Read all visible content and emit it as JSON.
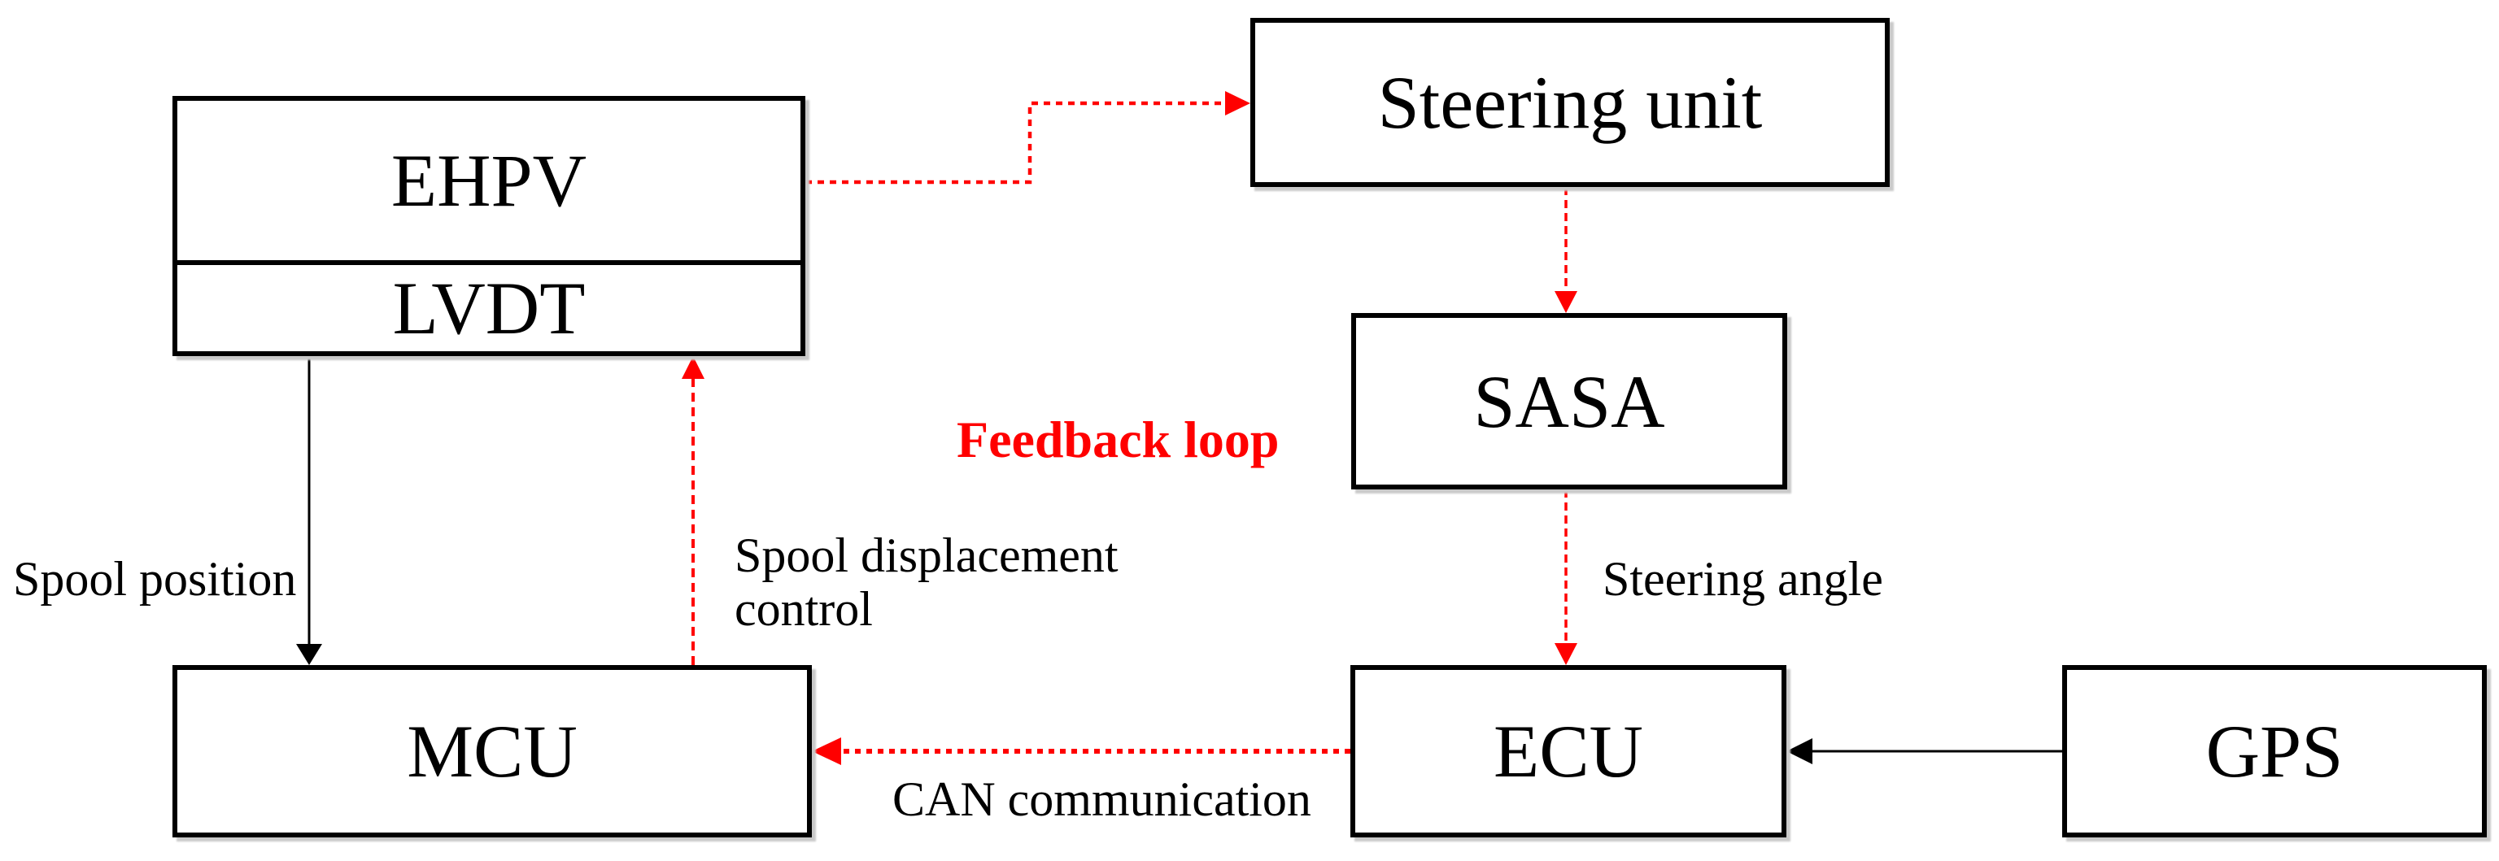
{
  "figure": {
    "type": "block-diagram",
    "background": "#ffffff"
  },
  "nodes": {
    "ehpv": {
      "label": "EHPV"
    },
    "lvdt": {
      "label": "LVDT"
    },
    "steering_unit": {
      "label": "Steering unit"
    },
    "sasa": {
      "label": "SASA"
    },
    "mcu": {
      "label": "MCU"
    },
    "ecu": {
      "label": "ECU"
    },
    "gps": {
      "label": "GPS"
    }
  },
  "labels": {
    "spool_position": "Spool position",
    "spool_displacement": {
      "line1": "Spool displacement",
      "line2": "control"
    },
    "feedback_loop": "Feedback loop",
    "steering_angle": "Steering angle",
    "can_communication": "CAN communication"
  },
  "edges": [
    {
      "from": "LVDT",
      "to": "MCU",
      "style": "solid black",
      "label": "Spool position"
    },
    {
      "from": "MCU",
      "to": "LVDT",
      "style": "dashed red",
      "label": "Spool displacement control"
    },
    {
      "from": "EHPV",
      "to": "Steering unit",
      "style": "dashed red elbow",
      "label": ""
    },
    {
      "from": "Steering unit",
      "to": "SASA",
      "style": "dashed red",
      "label": ""
    },
    {
      "from": "SASA",
      "to": "ECU",
      "style": "dashed red",
      "label": "Steering angle"
    },
    {
      "from": "ECU",
      "to": "MCU",
      "style": "dotted red",
      "label": "CAN communication"
    },
    {
      "from": "GPS",
      "to": "ECU",
      "style": "solid black",
      "label": ""
    }
  ],
  "colors": {
    "feedback_red": "#ff0000",
    "line_black": "#000000",
    "box_border": "#000000",
    "box_fill": "#ffffff",
    "text": "#000000"
  }
}
